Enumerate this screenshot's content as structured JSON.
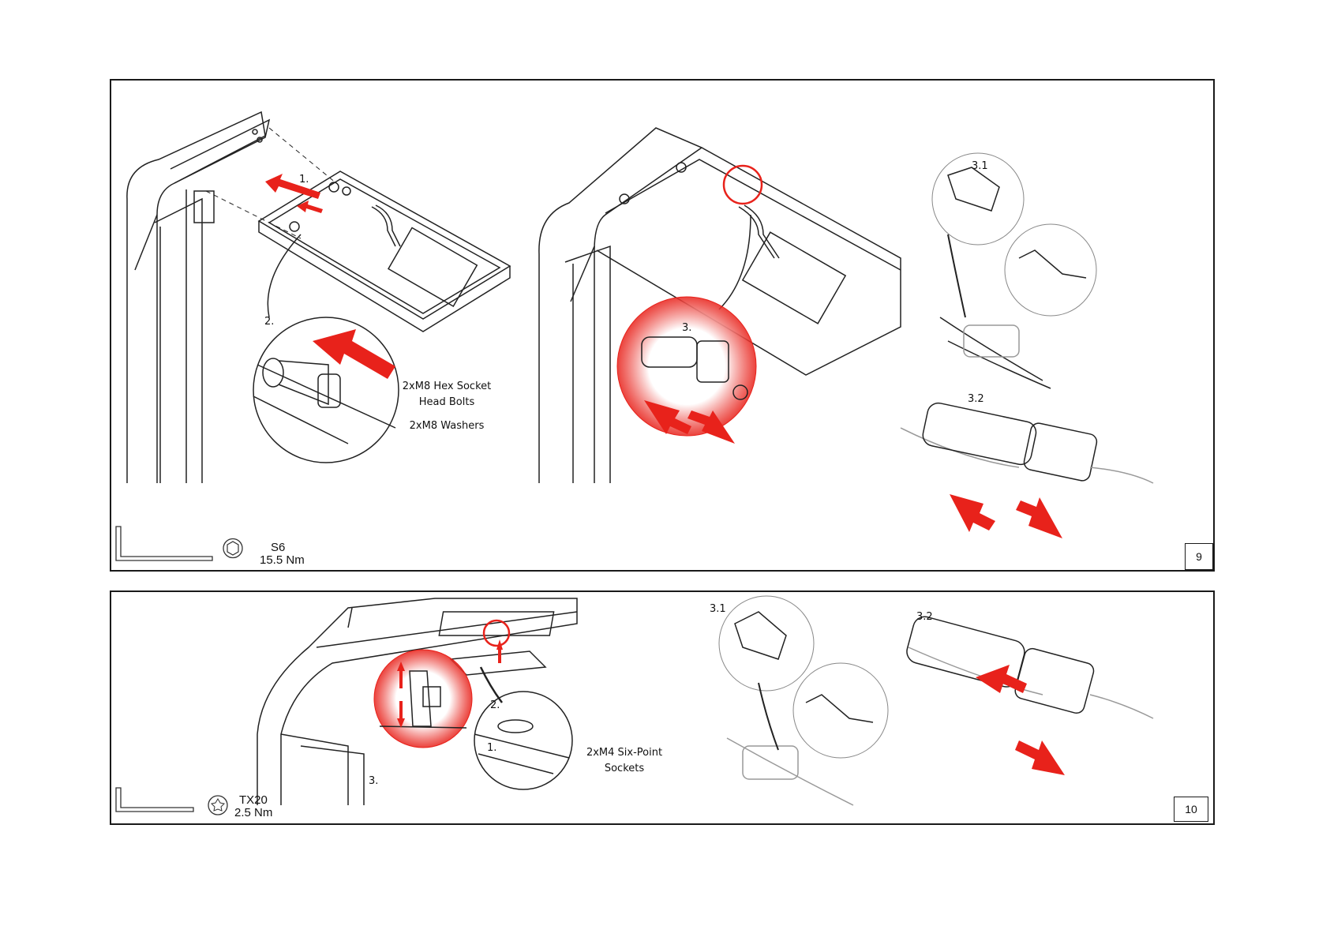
{
  "step9": {
    "page_number": "9",
    "labels": {
      "s1": "1.",
      "s2": "2.",
      "s3": "3.",
      "s31": "3.1",
      "s32": "3.2"
    },
    "fastener_note": {
      "line1": "2xM8 Hex Socket",
      "line2": "Head Bolts",
      "line3": "2xM8 Washers"
    },
    "tool": {
      "bit": "S6",
      "torque": "15.5 Nm",
      "icon": "hex-key-icon"
    }
  },
  "step10": {
    "page_number": "10",
    "labels": {
      "s1": "1.",
      "s2": "2.",
      "s3": "3.",
      "s31": "3.1",
      "s32": "3.2"
    },
    "fastener_note": {
      "line1": "2xM4 Six-Point",
      "line2": "Sockets"
    },
    "tool": {
      "bit": "TX20",
      "torque": "2.5 Nm",
      "icon": "torx-key-icon"
    }
  },
  "colors": {
    "accent_red": "#e8221b",
    "line": "#222222"
  }
}
